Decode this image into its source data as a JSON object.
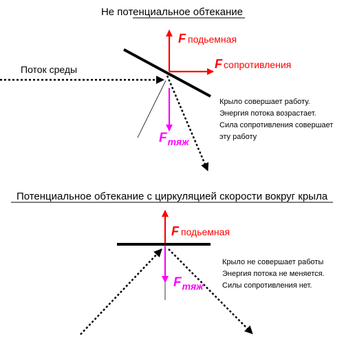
{
  "top": {
    "title": "Не потенциальное обтекание",
    "flow_label": "Поток среды",
    "lift": {
      "symbol": "F",
      "sub": "подьемная"
    },
    "drag": {
      "symbol": "F",
      "sub": "сопротивления"
    },
    "gravity": {
      "symbol": "F",
      "sub": "тяж"
    },
    "note": [
      "Крыло совершает работу.",
      "Энергия потока возрастает.",
      "Сила сопротивления совершает",
      "эту работу"
    ]
  },
  "bottom": {
    "title": "Потенциальное обтекание с циркуляцией скорости вокруг крыла",
    "lift": {
      "symbol": "F",
      "sub": "подьемная"
    },
    "gravity": {
      "symbol": "F",
      "sub": "тяж"
    },
    "note": [
      "Крыло не совершает работы",
      "Энергия потока не меняется.",
      "Силы сопротивления нет."
    ]
  },
  "colors": {
    "lift": "#ff0000",
    "drag": "#ff0000",
    "gravity": "#ff00ff",
    "wing": "#000000",
    "flow": "#000000"
  }
}
